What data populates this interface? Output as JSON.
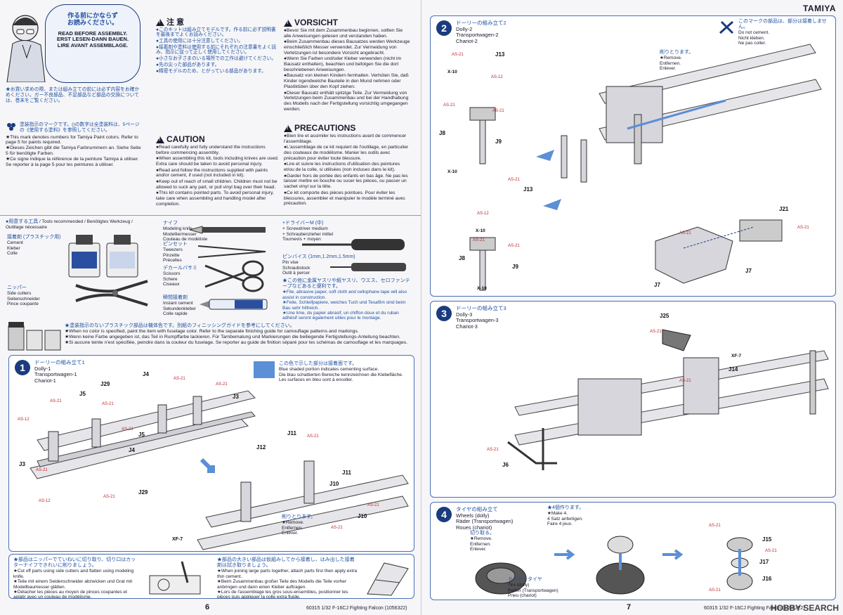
{
  "left": {
    "page_number": "6",
    "footer_code": "60315 1/32 F-16CJ Fighting Falcon (1056322)",
    "read_before": {
      "jp": "作る前にかならず\nお読みください。",
      "en": "READ BEFORE ASSEMBLY.",
      "de": "ERST LESEN-DANN BAUEN.",
      "fr": "LIRE AVANT ASSEMBLAGE."
    },
    "intro_jp": "★お買い求めの際、または組み立ての前には必ず内容をお確かめください。ガー不良部品、不足部品など部品の交換については、巻末をご覧ください。",
    "paint_note": {
      "jp": "塗装指示のマークです。()の数字は全塗装料は、5ページの《使用する塗料》を参照してください。",
      "en": "★This mark denotes numbers for Tamiya Paint colors. Refer to page 5 for paints required.",
      "de": "★Dieses Zeichen gibt die Tamiya Farbnummern an. Siehe Seite 5 für benötigte Farben.",
      "fr": "★Ce signe indique la référence de la peinture Tamiya à utiliser. Se reporter à la page 5 pour les peintures à utiliser."
    },
    "chui": {
      "title": "注 意",
      "items": [
        "●このキットは組み立てモデルです。作る前に必ず説明書を最後までよくお読みください。",
        "●工具の使用には十分注意してください。",
        "●接着剤や塗料は使用する前にそれぞれの注意書をよく読み、指示に従って正しく使用してください。",
        "●小さなお子さまのいる場所での工作は避けてください。",
        "●先の尖った部品があります。",
        "●精密モデルのため、とがっている部品があります。"
      ]
    },
    "caution": {
      "title": "CAUTION",
      "items": [
        "●Read carefully and fully understand the instructions before commencing assembly.",
        "●When assembling this kit, tools including knives are used. Extra care should be taken to avoid personal injury.",
        "●Read and follow the instructions supplied with paints and/or cement, if used (not included in kit).",
        "●Keep out of reach of small children. Children must not be allowed to suck any part, or pull vinyl bag over their head.",
        "●This kit contains pointed parts. To avoid personal injury, take care when assembling and handling model after completion."
      ]
    },
    "vorsicht": {
      "title": "VORSICHT",
      "items": [
        "●Bevor Sie mit dem Zusammenbau beginnen, sollten Sie alle Anweisungen gelesen und verstanden haben.",
        "●Beim Zusammenbau dieses Bausatzes werden Werkzeuge einschließlich Messer verwendet. Zur Vermeidung von Verletzungen ist besondere Vorsicht angebracht.",
        "●Wenn Sie Farben und/oder Kleber verwenden (nicht im Bausatz enthalten), beachten und befolgen Sie die dort beschriebenen Anweisungen.",
        "●Bausatz von kleinen Kindern fernhalten. Verhüten Sie, daß Kinder irgendwelche Bauteile in den Mund nehmen oder Plastiktüten über den Kopf ziehen.",
        "●Dieser Bausatz enthält spitzige Teile. Zur Vermeidung von Verletzungen beim Zusammenbau und bei der Handhabung des Modells nach der Fertigstellung vorsichtig umgegangen werden."
      ]
    },
    "precautions": {
      "title": "PRECAUTIONS",
      "items": [
        "●Bien lire et assimiler les instructions avant de commencer l'assemblage.",
        "●L'assemblage de ce kit requiert de l'outillage, en particulier des couteaux de modélisme. Manier les outils avec précaution pour éviter toute blessure.",
        "●Lire et suivre les instructions d'utilisation des peintures et/ou de la colle, si utilisées (non incluses dans le kit).",
        "●Garder hors de portée des enfants en bas âge. Ne pas les laisser mettre en bouche ou sucer les pièces, ou passer un sachet vinyl sur la tête.",
        "●Ce kit comporte des pièces pointues. Pour éviter les blessures, assembler et manipuler le modèle terminé avec précaution."
      ]
    },
    "tools": {
      "header_jp": "●用意する工具",
      "header": "/ Tools recommended / Benötigtes Werkzeug / Outillage nécessaire",
      "cement_jp": "接着剤 (プラスチック用)",
      "cement": [
        "Cement",
        "Kleber",
        "Colle"
      ],
      "knife_jp": "ナイフ",
      "knife": [
        "Modeling knife",
        "Modelliermesser",
        "Couteau de modéliste"
      ],
      "tweezers_jp": "ピンセット",
      "tweezers": [
        "Tweezers",
        "Pinzette",
        "Précelles"
      ],
      "scissors_jp": "デカールバサミ",
      "scissors": [
        "Scissors",
        "Schere",
        "Ciseaux"
      ],
      "glue_jp": "瞬間接着剤",
      "glue": [
        "Instant cement",
        "Sekundenkleber",
        "Colle rapide"
      ],
      "cutters_jp": "ニッパー",
      "cutters": [
        "Side cutters",
        "Seitenschneider",
        "Pince coupante"
      ],
      "driver_jp": "+ドライバーM (中)",
      "driver": [
        "+ Screwdriver medium",
        "+ Schraubenzieher mittel",
        "Tournevis + moyen"
      ],
      "pinvise_jp": "ピンバイス (1mm,1.2mm,1.5mm)",
      "pinvise": [
        "Pin vise",
        "Schraubstock",
        "Outil à percer"
      ],
      "extra_jp": "★この他に金属ヤスリや紙ヤスリ、ウエス、セロファンテープなどあると便利です。",
      "extra_en": "★File, abrasive paper, soft cloth and cellophane tape will also assist in construction.",
      "extra_de": "★Feile, Schleifpapiere, weiches Tuch und Tesafilm sind beim Bau sehr hilfreich.",
      "extra_fr": "★Une lime, du papier abrasif, un chiffon doux et du ruban adhésif seront également utiles pour le montage."
    },
    "color_note": {
      "jp": "★塗装指示のないプラスチック部品は機体色です。別紙のフィニッシングガイドを参考にしてください。",
      "en": "★When no color is specified, paint the item with fuselage color. Refer to the separate finishing guide for camouflage patterns and markings.",
      "de": "★Wenn keine Farbe angegeben ist, das Teil in Rumpffarbe lackieren. Für Tarnbemalung und Markierungen die beiliegende Fertigstellungs-Anleitung beachten.",
      "fr": "★Si aucune teinte n'est spécifiée, peindre dans la couleur du fuselage. Se reporter au guide de finition séparé pour les schémas de camouflage et les marquages."
    },
    "step1": {
      "num": "1",
      "jp": "ドーリーの組み立て1",
      "en": "Dolly-1",
      "de": "Transportwagen-1",
      "fr": "Chariot-1",
      "cement_jp": "この色で示した部分は接着面です。",
      "cement_en": "Blue shaded portion indicates cementing surface.",
      "cement_de": "Die blau schattierten Bereiche kennzeichnen die Klebefläche.",
      "cement_fr": "Les surfaces en bleu sont à encoller.",
      "remove_jp": "削りとります。",
      "remove": [
        "★Remove.",
        "Entfernen.",
        "Enlever."
      ],
      "labels": {
        "j29a": "J29",
        "j4a": "J4",
        "j5a": "J5",
        "j3a": "J3",
        "j5b": "J5",
        "j4b": "J4",
        "j3b": "J3",
        "j29b": "J29",
        "j12": "J12",
        "j11a": "J11",
        "j11b": "J11",
        "j10a": "J10",
        "j10b": "J10",
        "xf7": "XF-7"
      },
      "as": "AS-21",
      "as12": "AS-12"
    },
    "bottom_notes": {
      "a_jp": "★部品はニッパーでていねいに切り取り、切り口はカッターナイフできれいに削りましょう。",
      "a_en": "★Cut off parts using side cutters and flatten using modeling knife.",
      "a_de": "★Teile mit einem Seidenschneider abzwicken und Grat mit Modellbaumesser glätten.",
      "a_fr": "★Détacher les pièces au moyen de pinces coupantes et aplatir avec un couteau de modélisme.",
      "b_jp": "★部品の大きい部品は仮組みしてから接着し、はみ出した接着剤は拭き取りましょう。",
      "b_en": "★When joining large parts together, attach parts first then apply extra thin cement.",
      "b_de": "★Beim Zusammenbau großer Teile des Modells die Teile vorher anbringen und dann einen Kleber auftragen.",
      "b_fr": "★Lors de l'assemblage les gros sous-ensembles, positionner les pièces puis appliquer la colle extra fluide."
    }
  },
  "right": {
    "page_number": "7",
    "footer_code": "60315 1/32 F-16CJ Fighting Falcon (1056322)",
    "brand": "TAMIYA",
    "watermark": "HOBBY SEARCH",
    "no_cement": {
      "jp": "このマークの部品は、部分は接着しません。",
      "en": "Do not cement.",
      "de": "Nicht kleben.",
      "fr": "Ne pas coller."
    },
    "step2": {
      "num": "2",
      "jp": "ドーリーの組み立て2",
      "en": "Dolly-2",
      "de": "Transportwagen-2",
      "fr": "Chariot-2",
      "remove_jp": "削りとります。",
      "remove": [
        "★Remove.",
        "Entfernen.",
        "Enlever."
      ],
      "labels": {
        "j13a": "J13",
        "j8a": "J8",
        "j9a": "J9",
        "x10a": "X-10",
        "x10b": "X-10",
        "j13b": "J13",
        "j8b": "J8",
        "j9b": "J9",
        "x10c": "X-10",
        "x10d": "X-10",
        "j21": "J21",
        "j7a": "J7",
        "j7b": "J7"
      },
      "as": "AS-21",
      "as12": "AS-12"
    },
    "step3": {
      "num": "3",
      "jp": "ドーリーの組み立て3",
      "en": "Dolly-3",
      "de": "Transportwagen-3",
      "fr": "Chariot-3",
      "labels": {
        "j25": "J25",
        "j14": "J14",
        "j6": "J6",
        "xf7": "XF-7"
      },
      "as": "AS-21"
    },
    "step4": {
      "num": "4",
      "jp": "タイヤの組み立て",
      "en": "Wheels (dolly)",
      "de": "Räder (Transportwagen)",
      "fr": "Roues (chariot)",
      "make_jp": "★4個作ります。",
      "make": [
        "★Make 4.",
        "4 Satz anfertigen.",
        "Faire 4 jeux."
      ],
      "remove_jp": "切り取る。",
      "remove": [
        "★Remove.",
        "Entfernen.",
        "Enlever."
      ],
      "tire_jp": "ドーリータイヤ",
      "tire": [
        "Tire (dolly)",
        "Reifen (Transportwagen)",
        "Pneu (chariot)"
      ],
      "labels": {
        "j15": "J15",
        "j17": "J17",
        "j16": "J16"
      },
      "as": "AS-21"
    }
  },
  "colors": {
    "accent": "#1a3b7d",
    "blue": "#5b8fd6",
    "red": "#c0272d"
  }
}
